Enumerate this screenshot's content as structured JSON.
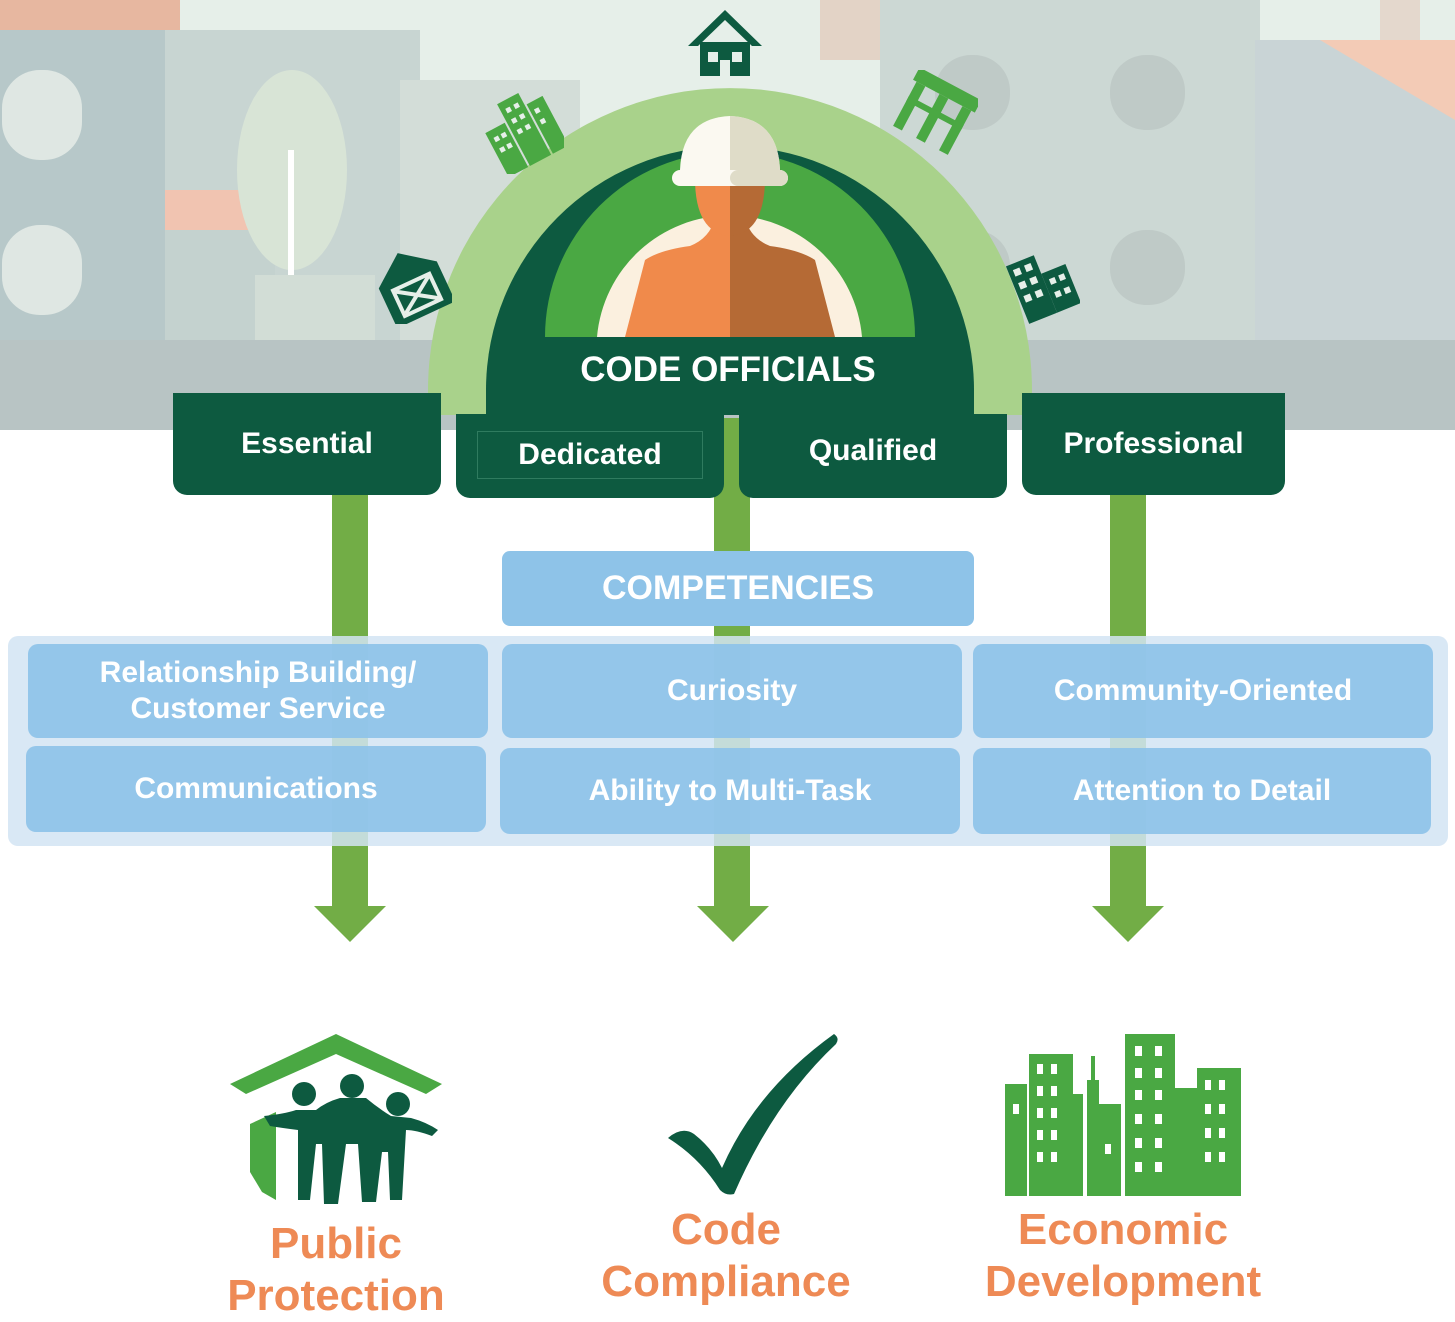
{
  "colors": {
    "dark_green": "#0d5a40",
    "mid_green": "#4aa843",
    "light_green": "#a9d28b",
    "arrow_green": "#72ad46",
    "competency_blue": "#8ec3e8",
    "outcome_orange": "#ee8a55",
    "helmet": "#fbf9f1"
  },
  "header": {
    "title": "CODE OFFICIALS",
    "icons": [
      "barn-icon",
      "office-buildings-icon",
      "house-icon",
      "pier-icon",
      "apartment-icon",
      "construction-worker-icon"
    ]
  },
  "qualities": [
    "Essential",
    "Dedicated",
    "Qualified",
    "Professional"
  ],
  "competencies": {
    "title": "COMPETENCIES",
    "items": [
      [
        "Relationship Building/",
        "Customer Service"
      ],
      "Curiosity",
      "Community-Oriented",
      "Communications",
      "Ability to Multi-Task",
      "Attention to Detail"
    ]
  },
  "outcomes": [
    {
      "line1": "Public",
      "line2": "Protection",
      "icon": "family-under-roof-icon"
    },
    {
      "line1": "Code",
      "line2": "Compliance",
      "icon": "checkmark-icon"
    },
    {
      "line1": "Economic",
      "line2": "Development",
      "icon": "city-skyline-icon"
    }
  ]
}
